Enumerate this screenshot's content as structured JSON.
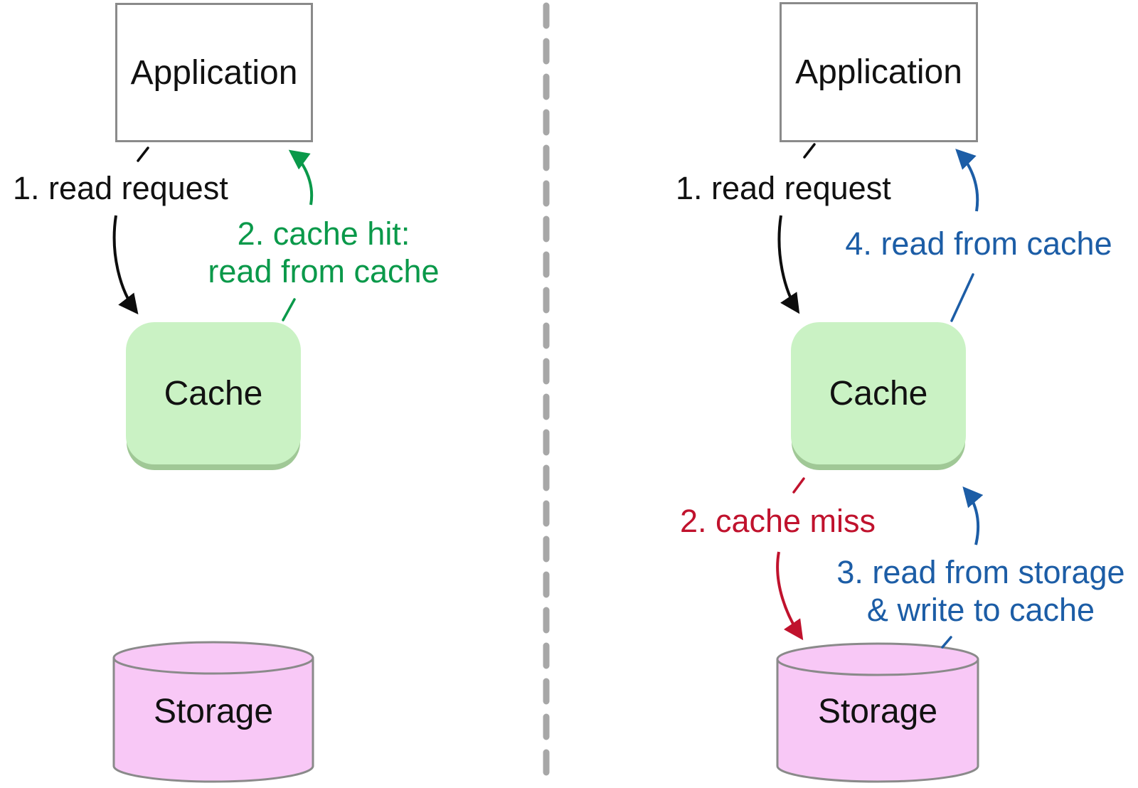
{
  "colors": {
    "arrow_black": "#0d0d0d",
    "hit_green": "#0a994a",
    "flow_blue": "#1c5da6",
    "miss_red": "#c0122d",
    "cache_fill": "#caf2c4",
    "cache_shadow": "#a0c896",
    "storage_fill": "#f8c8f6",
    "node_border": "#8a8a8a",
    "divider_gray": "#a7a7a7"
  },
  "left_panel": {
    "application_label": "Application",
    "cache_label": "Cache",
    "storage_label": "Storage",
    "step1_label": "1. read request",
    "cache_hit_line1": "2. cache hit:",
    "cache_hit_line2": "read from cache"
  },
  "right_panel": {
    "application_label": "Application",
    "cache_label": "Cache",
    "storage_label": "Storage",
    "step1_label": "1. read request",
    "cache_miss_label": "2. cache miss",
    "step3_line1": "3. read from storage",
    "step3_line2": "& write to cache",
    "step4_label": "4. read from cache"
  }
}
